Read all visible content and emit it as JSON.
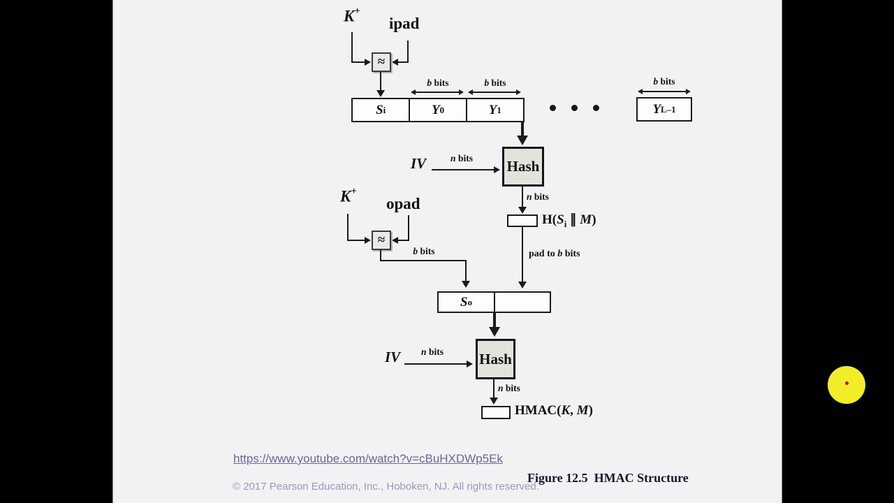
{
  "labels": {
    "k": "K",
    "k_sup": "+",
    "ipad": "ipad",
    "opad": "opad",
    "approx": "≈",
    "s": "S",
    "sub_i": "i",
    "sub_o": "o",
    "y": "Y",
    "sub_0": "0",
    "sub_1": "1",
    "sub_last": "L–1",
    "b": "b",
    "n": "n",
    "bits": " bits",
    "hash": "Hash",
    "iv": "IV",
    "h_pre": "H(",
    "concat": " ∥ ",
    "m": "M",
    "close_paren": ")",
    "pad_pre": "pad to ",
    "hmac_pre": "HMAC(",
    "comma": ", "
  },
  "footer": {
    "url": "https://www.youtube.com/watch?v=cBuHXDWp5Ek",
    "copyright": "© 2017 Pearson Education, Inc., Hoboken, NJ. All rights reserved.",
    "caption": "Figure 12.5  HMAC Structure"
  },
  "colors": {
    "slide_bg": "#f2f1f4",
    "line": "#1a1a1a",
    "hash_fill": "#e4e2dd",
    "xor_fill": "#ebe9e6",
    "url": "#7261ad",
    "copyright": "#9a99bb",
    "caption": "#17172f",
    "pointer_fill": "#f1ee27",
    "pointer_dot": "#cc1111"
  }
}
